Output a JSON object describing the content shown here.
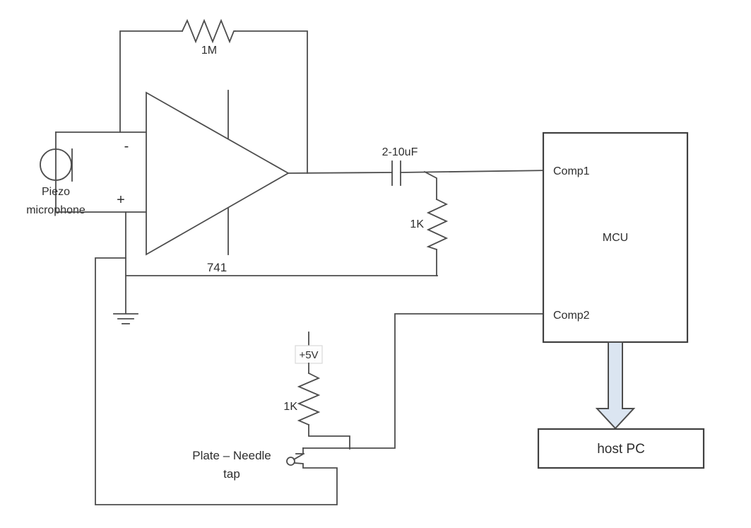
{
  "schematic": {
    "colors": {
      "wire_stroke": "#4d4d4d",
      "box_stroke": "#404040",
      "text": "#2e2e2e",
      "arrow_fill": "#dbe5f1",
      "supply_box_border": "#d9d9d9",
      "background": "#ffffff"
    },
    "microphone": {
      "line1": "Piezo",
      "line2": "microphone"
    },
    "opamp": {
      "part": "741",
      "inverting": "-",
      "noninverting": "+"
    },
    "feedback_resistor": {
      "value": "1M"
    },
    "coupling_capacitor": {
      "value": "2-10uF"
    },
    "load_resistor": {
      "value": "1K"
    },
    "supply": {
      "label": "+5V"
    },
    "pullup_resistor": {
      "value": "1K"
    },
    "tap_switch": {
      "line1": "Plate – Needle",
      "line2": "tap"
    },
    "mcu": {
      "label": "MCU",
      "pin1": "Comp1",
      "pin2": "Comp2"
    },
    "host_pc": {
      "label": "host PC"
    }
  }
}
